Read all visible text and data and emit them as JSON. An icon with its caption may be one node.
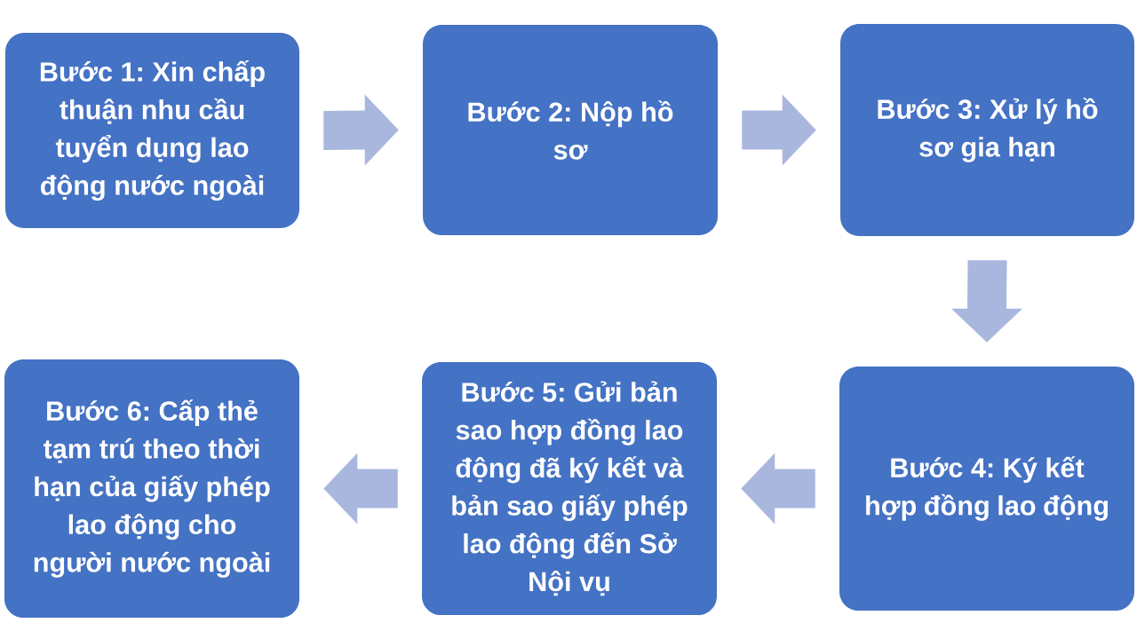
{
  "diagram": {
    "nodes": [
      {
        "text": [
          "Bước 1: Xin chấp thuận nhu cầu tuyển dụng lao động nước ngoài"
        ]
      },
      {
        "text": [
          "Bước 2: Nộp hồ sơ"
        ]
      },
      {
        "text": [
          "Bước 3: Xử lý hồ sơ gia hạn"
        ]
      },
      {
        "text": [
          "Bước 4: Ký kết hợp đồng lao động"
        ]
      },
      {
        "text": [
          "Bước 5: Gửi bản sao hợp đồng lao động đã ký kết và bản sao giấy phép lao động đến Sở Nội vụ"
        ]
      },
      {
        "text": [
          "Bước 6: Cấp thẻ tạm trú theo thời hạn của giấy phép lao động cho người nước ngoài"
        ]
      }
    ],
    "edges": [
      {
        "from": 0,
        "to": 1,
        "arrow": "to"
      },
      {
        "from": 1,
        "to": 2,
        "arrow": "to"
      },
      {
        "from": 2,
        "to": 3,
        "arrow": "to"
      },
      {
        "from": 3,
        "to": 4,
        "arrow": "to"
      },
      {
        "from": 4,
        "to": 5,
        "arrow": "to"
      }
    ]
  }
}
